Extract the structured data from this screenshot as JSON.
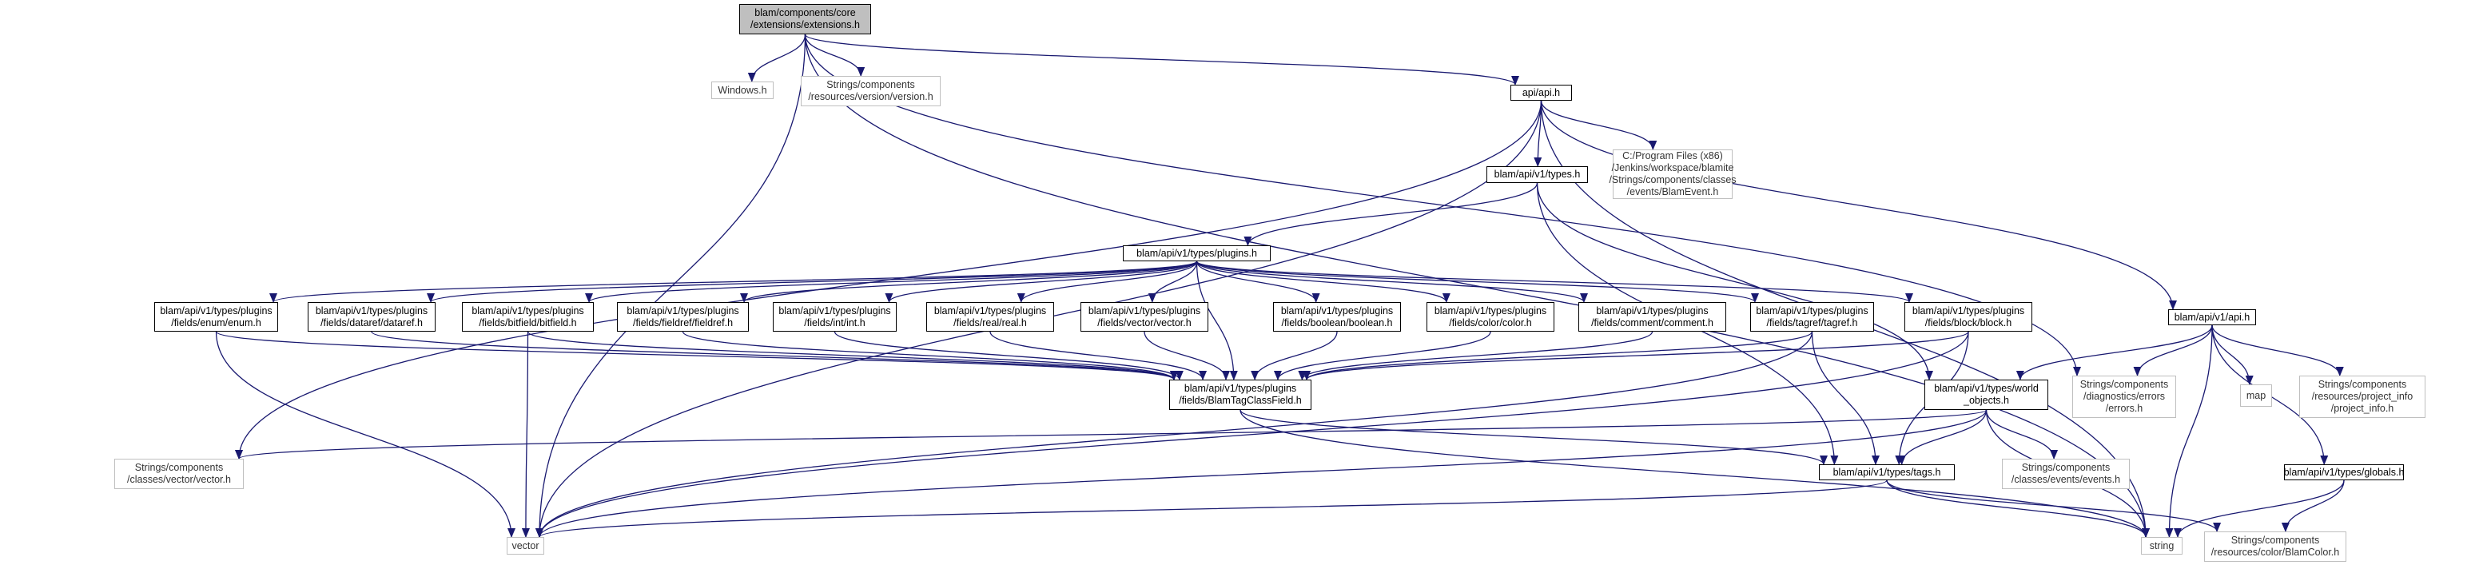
{
  "graph": {
    "edge_color": "#191970",
    "nodes": [
      {
        "id": "ext",
        "lines": [
          "blam/components/core",
          "/extensions/extensions.h"
        ],
        "kind": "focus"
      },
      {
        "id": "windows",
        "lines": [
          "Windows.h"
        ],
        "kind": "external"
      },
      {
        "id": "version",
        "lines": [
          "Strings/components",
          "/resources/version/version.h"
        ],
        "kind": "external"
      },
      {
        "id": "api",
        "lines": [
          "api/api.h"
        ],
        "kind": "normal"
      },
      {
        "id": "types",
        "lines": [
          "blam/api/v1/types.h"
        ],
        "kind": "normal"
      },
      {
        "id": "blamevent",
        "lines": [
          "C:/Program Files (x86)",
          "/Jenkins/workspace/blamite",
          "/Strings/components/classes",
          "/events/BlamEvent.h"
        ],
        "kind": "external"
      },
      {
        "id": "plugins",
        "lines": [
          "blam/api/v1/types/plugins.h"
        ],
        "kind": "normal"
      },
      {
        "id": "enum",
        "lines": [
          "blam/api/v1/types/plugins",
          "/fields/enum/enum.h"
        ],
        "kind": "normal"
      },
      {
        "id": "dataref",
        "lines": [
          "blam/api/v1/types/plugins",
          "/fields/dataref/dataref.h"
        ],
        "kind": "normal"
      },
      {
        "id": "bitfield",
        "lines": [
          "blam/api/v1/types/plugins",
          "/fields/bitfield/bitfield.h"
        ],
        "kind": "normal"
      },
      {
        "id": "fieldref",
        "lines": [
          "blam/api/v1/types/plugins",
          "/fields/fieldref/fieldref.h"
        ],
        "kind": "normal"
      },
      {
        "id": "int",
        "lines": [
          "blam/api/v1/types/plugins",
          "/fields/int/int.h"
        ],
        "kind": "normal"
      },
      {
        "id": "real",
        "lines": [
          "blam/api/v1/types/plugins",
          "/fields/real/real.h"
        ],
        "kind": "normal"
      },
      {
        "id": "vectorh",
        "lines": [
          "blam/api/v1/types/plugins",
          "/fields/vector/vector.h"
        ],
        "kind": "normal"
      },
      {
        "id": "boolean",
        "lines": [
          "blam/api/v1/types/plugins",
          "/fields/boolean/boolean.h"
        ],
        "kind": "normal"
      },
      {
        "id": "color",
        "lines": [
          "blam/api/v1/types/plugins",
          "/fields/color/color.h"
        ],
        "kind": "normal"
      },
      {
        "id": "comment",
        "lines": [
          "blam/api/v1/types/plugins",
          "/fields/comment/comment.h"
        ],
        "kind": "normal"
      },
      {
        "id": "tagref",
        "lines": [
          "blam/api/v1/types/plugins",
          "/fields/tagref/tagref.h"
        ],
        "kind": "normal"
      },
      {
        "id": "block",
        "lines": [
          "blam/api/v1/types/plugins",
          "/fields/block/block.h"
        ],
        "kind": "normal"
      },
      {
        "id": "classfield",
        "lines": [
          "blam/api/v1/types/plugins",
          "/fields/BlamTagClassField.h"
        ],
        "kind": "normal"
      },
      {
        "id": "v1api",
        "lines": [
          "blam/api/v1/api.h"
        ],
        "kind": "normal"
      },
      {
        "id": "worldobj",
        "lines": [
          "blam/api/v1/types/world",
          "_objects.h"
        ],
        "kind": "normal"
      },
      {
        "id": "errors",
        "lines": [
          "Strings/components",
          "/diagnostics/errors",
          "/errors.h"
        ],
        "kind": "external"
      },
      {
        "id": "map",
        "lines": [
          "map"
        ],
        "kind": "external"
      },
      {
        "id": "projinfo",
        "lines": [
          "Strings/components",
          "/resources/project_info",
          "/project_info.h"
        ],
        "kind": "external"
      },
      {
        "id": "vecclass",
        "lines": [
          "Strings/components",
          "/classes/vector/vector.h"
        ],
        "kind": "external"
      },
      {
        "id": "tags",
        "lines": [
          "blam/api/v1/types/tags.h"
        ],
        "kind": "normal"
      },
      {
        "id": "events",
        "lines": [
          "Strings/components",
          "/classes/events/events.h"
        ],
        "kind": "external"
      },
      {
        "id": "globals",
        "lines": [
          "blam/api/v1/types/globals.h"
        ],
        "kind": "normal"
      },
      {
        "id": "vector",
        "lines": [
          "vector"
        ],
        "kind": "external"
      },
      {
        "id": "string",
        "lines": [
          "string"
        ],
        "kind": "external"
      },
      {
        "id": "blamcolor",
        "lines": [
          "Strings/components",
          "/resources/color/BlamColor.h"
        ],
        "kind": "external"
      }
    ],
    "edges": [
      [
        "ext",
        "windows"
      ],
      [
        "ext",
        "version"
      ],
      [
        "ext",
        "api"
      ],
      [
        "ext",
        "vector"
      ],
      [
        "ext",
        "string"
      ],
      [
        "ext",
        "errors"
      ],
      [
        "api",
        "types"
      ],
      [
        "api",
        "blamevent"
      ],
      [
        "api",
        "v1api"
      ],
      [
        "api",
        "vecclass"
      ],
      [
        "api",
        "vector"
      ],
      [
        "api",
        "string"
      ],
      [
        "types",
        "plugins"
      ],
      [
        "types",
        "worldobj"
      ],
      [
        "types",
        "tags"
      ],
      [
        "plugins",
        "enum"
      ],
      [
        "plugins",
        "dataref"
      ],
      [
        "plugins",
        "bitfield"
      ],
      [
        "plugins",
        "fieldref"
      ],
      [
        "plugins",
        "int"
      ],
      [
        "plugins",
        "real"
      ],
      [
        "plugins",
        "vectorh"
      ],
      [
        "plugins",
        "boolean"
      ],
      [
        "plugins",
        "color"
      ],
      [
        "plugins",
        "comment"
      ],
      [
        "plugins",
        "tagref"
      ],
      [
        "plugins",
        "block"
      ],
      [
        "plugins",
        "classfield"
      ],
      [
        "enum",
        "classfield"
      ],
      [
        "enum",
        "vector"
      ],
      [
        "dataref",
        "classfield"
      ],
      [
        "bitfield",
        "classfield"
      ],
      [
        "bitfield",
        "vector"
      ],
      [
        "fieldref",
        "classfield"
      ],
      [
        "int",
        "classfield"
      ],
      [
        "real",
        "classfield"
      ],
      [
        "vectorh",
        "classfield"
      ],
      [
        "boolean",
        "classfield"
      ],
      [
        "color",
        "classfield"
      ],
      [
        "comment",
        "classfield"
      ],
      [
        "tagref",
        "classfield"
      ],
      [
        "tagref",
        "tags"
      ],
      [
        "tagref",
        "vector"
      ],
      [
        "block",
        "classfield"
      ],
      [
        "block",
        "tags"
      ],
      [
        "block",
        "vector"
      ],
      [
        "classfield",
        "tags"
      ],
      [
        "classfield",
        "string"
      ],
      [
        "v1api",
        "worldobj"
      ],
      [
        "v1api",
        "errors"
      ],
      [
        "v1api",
        "map"
      ],
      [
        "v1api",
        "projinfo"
      ],
      [
        "v1api",
        "globals"
      ],
      [
        "v1api",
        "string"
      ],
      [
        "worldobj",
        "vecclass"
      ],
      [
        "worldobj",
        "tags"
      ],
      [
        "worldobj",
        "events"
      ],
      [
        "worldobj",
        "vector"
      ],
      [
        "worldobj",
        "string"
      ],
      [
        "tags",
        "vector"
      ],
      [
        "tags",
        "string"
      ],
      [
        "tags",
        "blamcolor"
      ],
      [
        "globals",
        "string"
      ],
      [
        "globals",
        "blamcolor"
      ]
    ]
  }
}
